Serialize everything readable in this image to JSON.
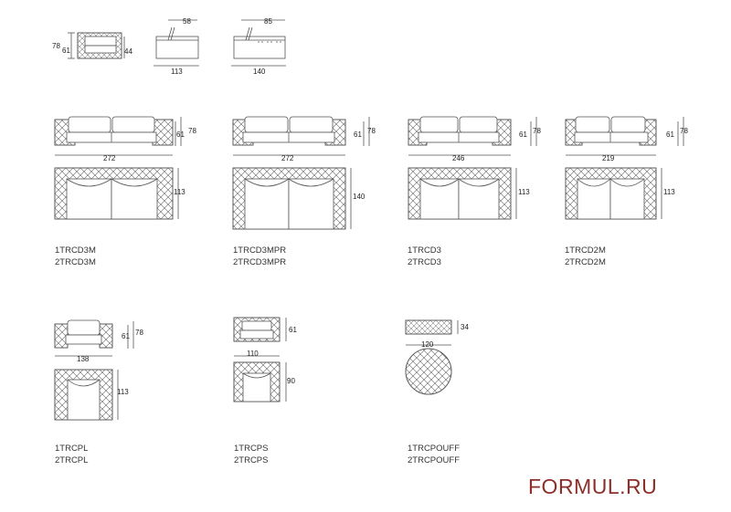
{
  "detail": {
    "h1": "78",
    "h2": "61",
    "h3": "44",
    "d1": "58",
    "w1": "113",
    "d2": "85",
    "w2": "140"
  },
  "models": [
    {
      "width": "272",
      "height_total": "78",
      "height_seat": "61",
      "depth": "113",
      "code1": "1TRCD3M",
      "code2": "2TRCD3M"
    },
    {
      "width": "272",
      "height_total": "78",
      "height_seat": "61",
      "depth": "140",
      "code1": "1TRCD3MPR",
      "code2": "2TRCD3MPR"
    },
    {
      "width": "246",
      "height_total": "78",
      "height_seat": "61",
      "depth": "113",
      "code1": "1TRCD3",
      "code2": "2TRCD3"
    },
    {
      "width": "219",
      "height_total": "78",
      "height_seat": "61",
      "depth": "113",
      "code1": "1TRCD2M",
      "code2": "2TRCD2M"
    },
    {
      "width": "138",
      "height_total": "78",
      "height_seat": "61",
      "depth": "113",
      "code1": "1TRCPL",
      "code2": "2TRCPL"
    },
    {
      "width": "110",
      "height_total": "",
      "height_seat": "61",
      "depth": "90",
      "code1": "1TRCPS",
      "code2": "2TRCPS"
    },
    {
      "width": "120",
      "height_total": "",
      "height_seat": "34",
      "depth": "",
      "code1": "1TRCPOUFF",
      "code2": "2TRCPOUFF"
    }
  ],
  "watermark": "FORMUL.RU",
  "colors": {
    "line": "#555555",
    "text": "#222222",
    "watermark": "#8c2f2a"
  }
}
